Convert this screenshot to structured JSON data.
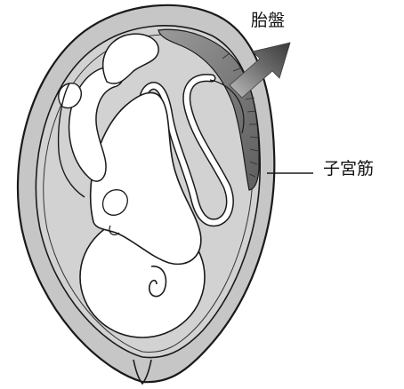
{
  "labels": {
    "placenta": "胎盤",
    "myometrium": "子宮筋"
  },
  "colors": {
    "outline": "#1a1a1a",
    "uterine_wall": "#c8c8c8",
    "amniotic_fluid": "#cfcfcf",
    "placenta": "#6f6f6f",
    "fetus": "#ffffff",
    "arrow": "#555555"
  },
  "icons": {
    "arrow": "placenta-pointer-arrow"
  }
}
